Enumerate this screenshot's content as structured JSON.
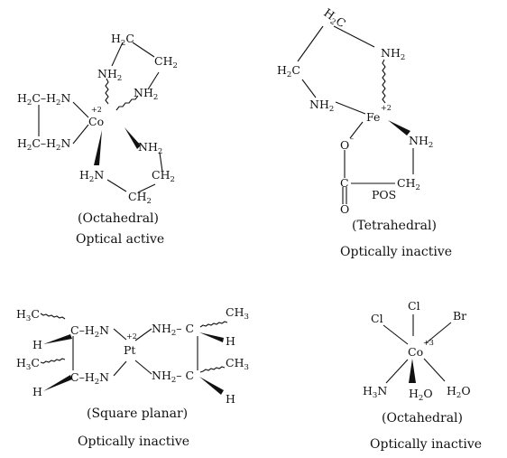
{
  "panels": [
    {
      "geometry_label": "(Octahedral)",
      "activity_label": "Optical active",
      "metal": "Co",
      "charge": "+2",
      "ligand_text": [
        "H2C",
        "CH2",
        "NH2",
        "NH2",
        "H2C–H2N",
        "H2C–H2N",
        "NH2",
        "H2N",
        "CH2",
        "CH2"
      ]
    },
    {
      "geometry_label": "(Tetrahedral)",
      "activity_label": "Optically inactive",
      "metal": "Fe",
      "charge": "+2",
      "extra_label": "POS",
      "ligand_text": [
        "H2C",
        "H2C",
        "NH2",
        "NH2",
        "O–",
        "C",
        "O",
        "NH2",
        "CH2"
      ]
    },
    {
      "geometry_label": "(Square planar)",
      "activity_label": "Optically inactive",
      "metal": "Pt",
      "charge": "+2",
      "ligand_text": [
        "H3C",
        "C–H2N",
        "H",
        "H3C",
        "C–H2N",
        "H",
        "NH2–C",
        "CH3",
        "H",
        "NH2–C",
        "CH3",
        "H"
      ]
    },
    {
      "geometry_label": "(Octahedral)",
      "activity_label": "Optically inactive",
      "metal": "Co",
      "charge": "+3",
      "ligand_text": [
        "Cl",
        "Cl",
        "Br",
        "H3N",
        "H2O",
        "H2O"
      ]
    }
  ]
}
